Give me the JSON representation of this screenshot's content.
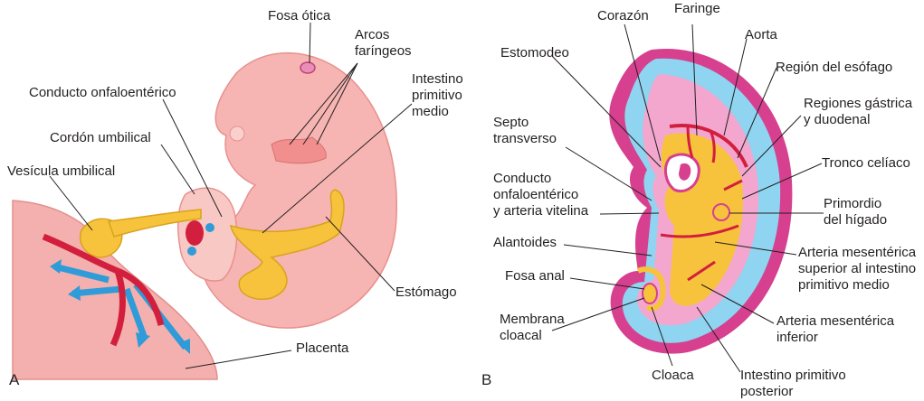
{
  "panel_a": {
    "letter": "A",
    "labels": {
      "fosa_otica": "Fosa ótica",
      "arcos_1": "Arcos",
      "arcos_2": "faríngeos",
      "intestino_1": "Intestino",
      "intestino_2": "primitivo",
      "intestino_3": "medio",
      "conducto_onfalo": "Conducto onfaloentérico",
      "cordon": "Cordón umbilical",
      "vesicula": "Vesícula umbilical",
      "estomago": "Estómago",
      "placenta": "Placenta"
    }
  },
  "panel_b": {
    "letter": "B",
    "labels": {
      "corazon": "Corazón",
      "faringe": "Faringe",
      "aorta": "Aorta",
      "estomodeo": "Estomodeo",
      "region_esofago": "Región del esófago",
      "regiones_1": "Regiones gástrica",
      "regiones_2": "y duodenal",
      "septo_1": "Septo",
      "septo_2": "transverso",
      "tronco_celiaco": "Tronco celíaco",
      "conducto_1": "Conducto",
      "conducto_2": "onfaloentérico",
      "conducto_3": "y arteria vitelina",
      "primordio_1": "Primordio",
      "primordio_2": "del hígado",
      "alantoides": "Alantoides",
      "ams_1": "Arteria mesentérica",
      "ams_2": "superior al intestino",
      "ams_3": "primitivo medio",
      "fosa_anal": "Fosa anal",
      "membrana_1": "Membrana",
      "membrana_2": "cloacal",
      "ami_1": "Arteria mesentérica",
      "ami_2": "inferior",
      "cloaca": "Cloaca",
      "ipp_1": "Intestino primitivo",
      "ipp_2": "posterior"
    }
  },
  "colors": {
    "skin": "#f4b3b0",
    "skin_dark": "#e38f8c",
    "gut": "#f7c33c",
    "gut_light": "#fde78a",
    "artery": "#d31f3e",
    "vein": "#2f9bd8",
    "magenta": "#d6408f",
    "pink_light": "#f3a7cf",
    "cyan": "#8fd4f0"
  }
}
